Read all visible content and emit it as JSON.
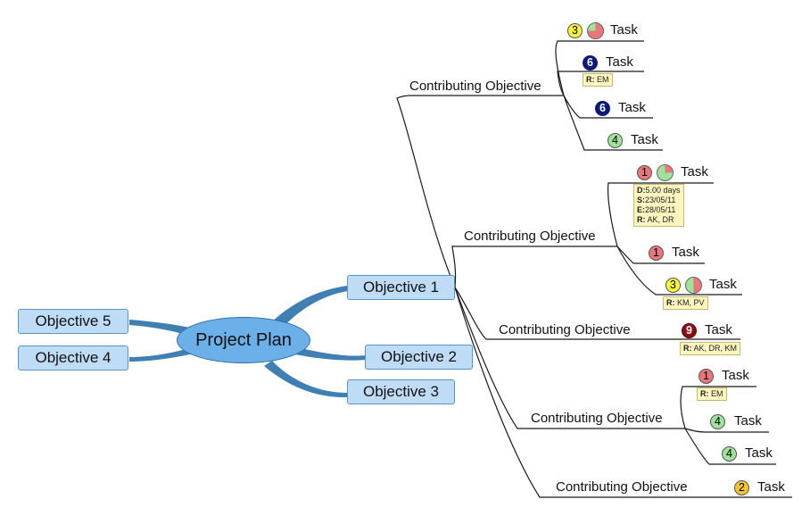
{
  "central": "Project Plan",
  "objectives": [
    "Objective 1",
    "Objective 2",
    "Objective 3",
    "Objective 4",
    "Objective 5"
  ],
  "contributing": [
    "Contributing Objective",
    "Contributing Objective",
    "Contributing Objective",
    "Contributing Objective",
    "Contributing Objective"
  ],
  "task_label": "Task",
  "tasks": [
    {
      "priority": "3",
      "notes": []
    },
    {
      "priority": "6",
      "notes": [
        {
          "k": "R:",
          "v": "EM"
        }
      ]
    },
    {
      "priority": "6",
      "notes": []
    },
    {
      "priority": "4",
      "notes": []
    },
    {
      "priority": "1",
      "notes": [
        {
          "k": "D:",
          "v": "5.00 days"
        },
        {
          "k": "S:",
          "v": "23/05/11"
        },
        {
          "k": "E:",
          "v": "28/05/11"
        },
        {
          "k": "R:",
          "v": "AK, DR"
        }
      ]
    },
    {
      "priority": "1",
      "notes": []
    },
    {
      "priority": "3",
      "notes": [
        {
          "k": "R:",
          "v": "KM, PV"
        }
      ]
    },
    {
      "priority": "9",
      "notes": [
        {
          "k": "R:",
          "v": "AK, DR, KM"
        }
      ]
    },
    {
      "priority": "1",
      "notes": [
        {
          "k": "R:",
          "v": "EM"
        }
      ]
    },
    {
      "priority": "4",
      "notes": []
    },
    {
      "priority": "4",
      "notes": []
    },
    {
      "priority": "2",
      "notes": []
    }
  ],
  "progress": {
    "task1": 0.75,
    "task5": 0.25,
    "task7": 0.5
  },
  "colors": {
    "arm": "#3f7fb4",
    "central_fill": "#6cb0ea",
    "objective_fill": "#bfdcf7",
    "priority_1": "#e8767a",
    "priority_2": "#f5c431",
    "priority_3": "#f7f73a",
    "priority_4": "#9fe39a",
    "priority_6": "#0b1a7a",
    "priority_9": "#8a0e14",
    "note_fill": "#fdf6bf"
  }
}
